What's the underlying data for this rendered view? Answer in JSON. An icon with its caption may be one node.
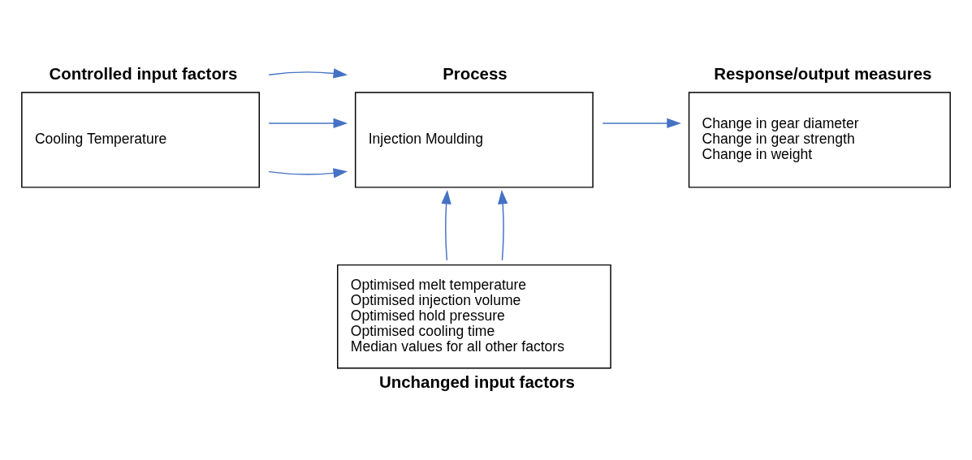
{
  "diagram": {
    "nodes": [
      {
        "text": [
          "Controlled input factors",
          "Cooling Temperature"
        ]
      },
      {
        "text": [
          "Process",
          "Injection Moulding"
        ]
      },
      {
        "text": [
          "Response/output measures",
          "Change in gear diameter",
          "Change in gear strength",
          "Change in weight"
        ]
      },
      {
        "text": [
          "Optimised melt temperature",
          "Optimised injection volume",
          "Optimised hold pressure",
          "Optimised cooling time",
          "Median values for all other factors",
          "Unchanged input factors"
        ]
      }
    ],
    "edges": [
      {
        "from": 0,
        "to": 1,
        "arrow": "to"
      },
      {
        "from": 0,
        "to": 1,
        "arrow": "to"
      },
      {
        "from": 0,
        "to": 1,
        "arrow": "to"
      },
      {
        "from": 1,
        "to": 2,
        "arrow": "to"
      },
      {
        "from": 3,
        "to": 1,
        "arrow": "to"
      },
      {
        "from": 3,
        "to": 1,
        "arrow": "to"
      }
    ]
  }
}
